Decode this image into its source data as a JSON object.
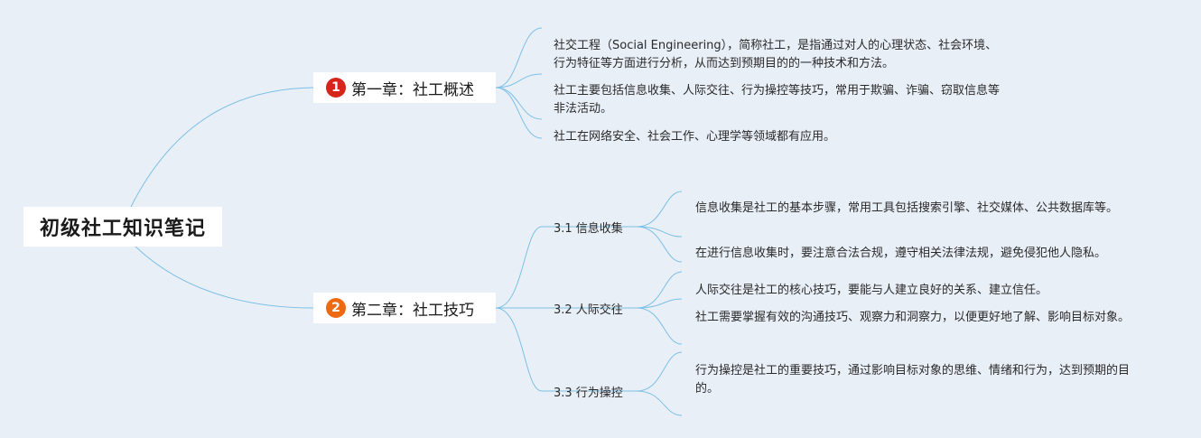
{
  "root": {
    "title": "初级社工知识笔记"
  },
  "chapters": [
    {
      "badge": "1",
      "title": "第一章：社工概述",
      "badge_color": "#d6261c"
    },
    {
      "badge": "2",
      "title": "第二章：社工技巧",
      "badge_color": "#ee6a12"
    }
  ],
  "chapter1_points": [
    "社交工程（Social Engineering），简称社工，是指通过对人的心理状态、社会环境、行为特征等方面进行分析，从而达到预期目的的一种技术和方法。",
    "社工主要包括信息收集、人际交往、行为操控等技巧，常用于欺骗、诈骗、窃取信息等非法活动。",
    "社工在网络安全、社会工作、心理学等领域都有应用。"
  ],
  "sections": [
    {
      "title": "3.1 信息收集",
      "points": [
        "信息收集是社工的基本步骤，常用工具包括搜索引擎、社交媒体、公共数据库等。",
        "在进行信息收集时，要注意合法合规，遵守相关法律法规，避免侵犯他人隐私。"
      ]
    },
    {
      "title": "3.2 人际交往",
      "points": [
        "人际交往是社工的核心技巧，要能与人建立良好的关系、建立信任。",
        "社工需要掌握有效的沟通技巧、观察力和洞察力，以便更好地了解、影响目标对象。"
      ]
    },
    {
      "title": "3.3 行为操控",
      "points": [
        "行为操控是社工的重要技巧，通过影响目标对象的思维、情绪和行为，达到预期的目的。"
      ]
    }
  ],
  "colors": {
    "background": "#e9eff7",
    "connector": "#7cc0e6"
  }
}
